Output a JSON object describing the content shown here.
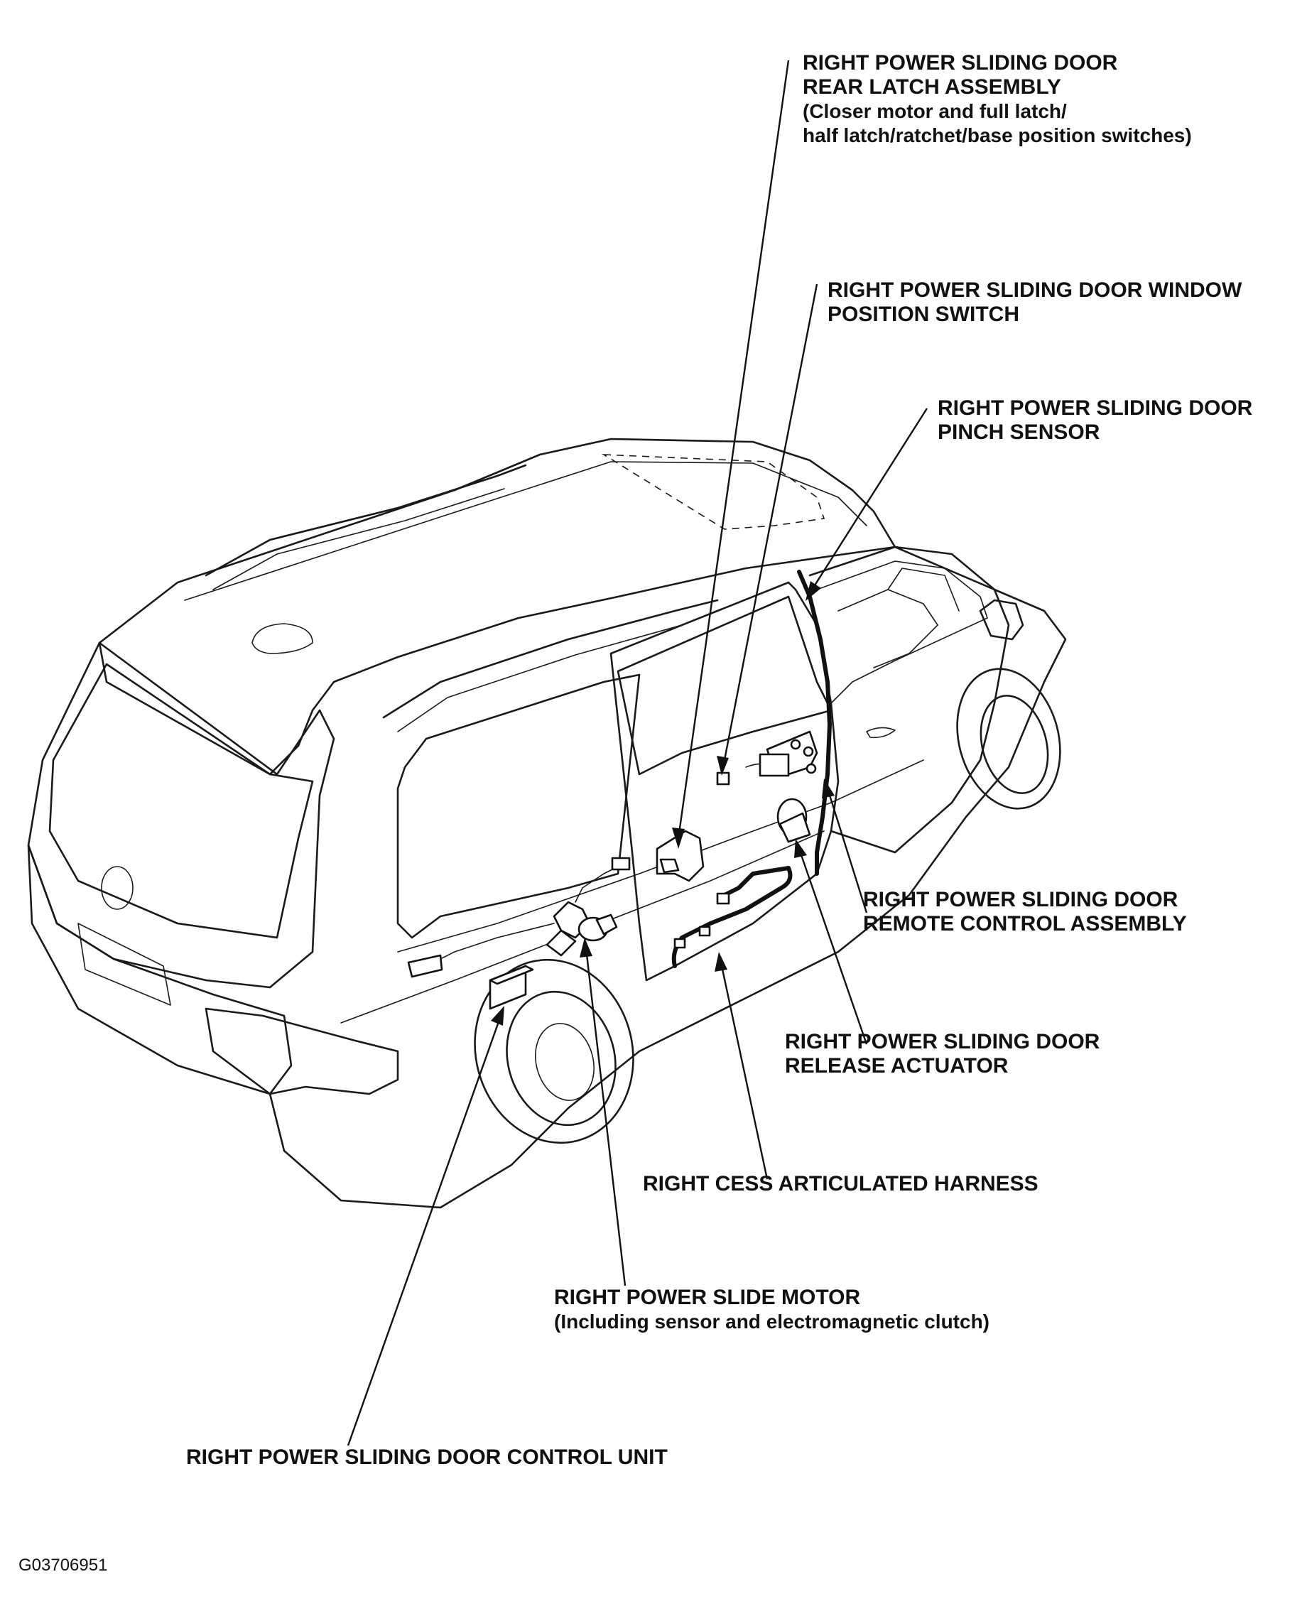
{
  "callouts": {
    "rear_latch": {
      "line1": "RIGHT POWER SLIDING DOOR",
      "line2": "REAR LATCH ASSEMBLY",
      "line3": "(Closer motor and full latch/",
      "line4": "half latch/ratchet/base position switches)"
    },
    "window_switch": {
      "line1": "RIGHT POWER SLIDING DOOR WINDOW",
      "line2": "POSITION SWITCH"
    },
    "pinch_sensor": {
      "line1": "RIGHT POWER SLIDING DOOR",
      "line2": "PINCH SENSOR"
    },
    "remote_control": {
      "line1": "RIGHT POWER SLIDING DOOR",
      "line2": "REMOTE CONTROL ASSEMBLY"
    },
    "release_actuator": {
      "line1": "RIGHT POWER SLIDING DOOR",
      "line2": "RELEASE ACTUATOR"
    },
    "harness": {
      "line1": "RIGHT CESS ARTICULATED HARNESS"
    },
    "slide_motor": {
      "line1": "RIGHT POWER SLIDE MOTOR",
      "line2": "(Including sensor and electromagnetic clutch)"
    },
    "control_unit": {
      "line1": "RIGHT POWER SLIDING DOOR CONTROL UNIT"
    }
  },
  "figure_id": "G03706951",
  "colors": {
    "ink": "#111111",
    "background": "#ffffff"
  }
}
